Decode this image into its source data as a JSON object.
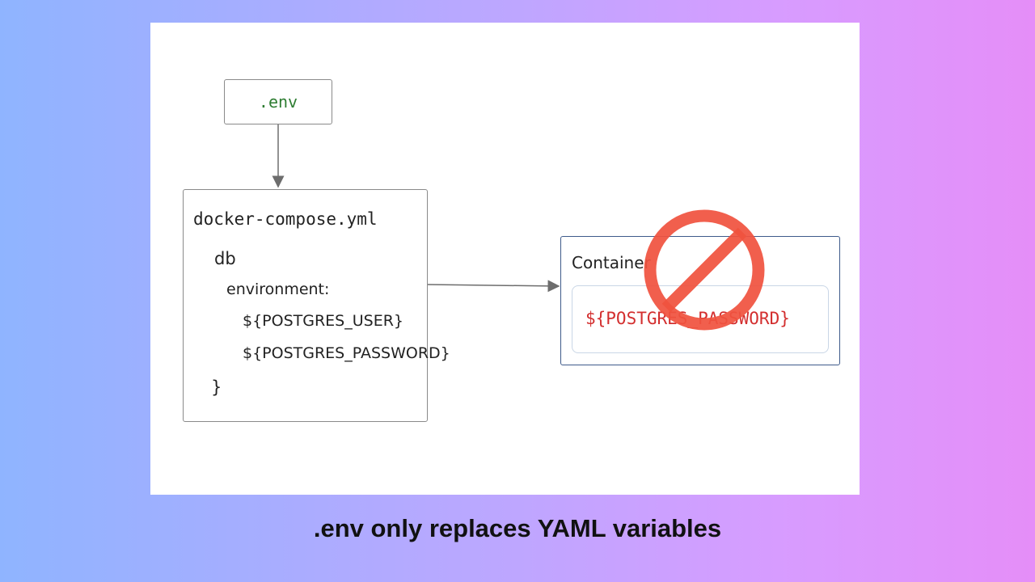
{
  "diagram": {
    "env_file": {
      "label": ".env",
      "label_color": "#2e7d32"
    },
    "compose": {
      "title": "docker-compose.yml",
      "lines": [
        "db",
        "environment:",
        "${POSTGRES_USER}",
        "${POSTGRES_PASSWORD}",
        "}"
      ]
    },
    "container": {
      "title": "Container",
      "value": "${POSTGRES_PASSWORD}",
      "value_color": "#d32f2f"
    },
    "prohibited_icon": {
      "icon": "no-entry-icon",
      "color": "#f0533f"
    }
  },
  "caption": ".env only replaces YAML variables"
}
